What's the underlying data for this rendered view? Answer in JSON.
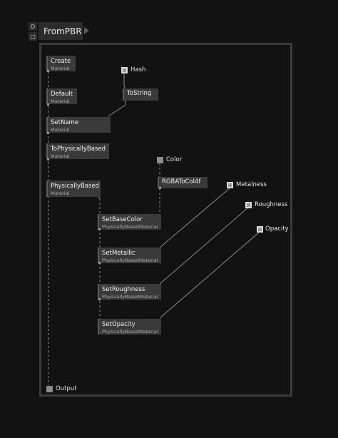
{
  "graph": {
    "title": "FromPBR",
    "toggles": [
      "O",
      "□"
    ],
    "output_label": "Output",
    "nodes": {
      "create": {
        "title": "Create",
        "subtitle": "Material"
      },
      "default": {
        "title": "Default",
        "subtitle": "Material"
      },
      "set_name": {
        "title": "SetName",
        "subtitle": "Material"
      },
      "to_physically_based": {
        "title": "ToPhysicallyBased",
        "subtitle": "Material"
      },
      "physically_based": {
        "title": "PhysicallyBased",
        "subtitle": "Material"
      },
      "to_string": {
        "title": "ToString"
      },
      "rgba_to_col4f": {
        "title": "RGBAToCol4f"
      },
      "set_base_color": {
        "title": "SetBaseColor",
        "subtitle": "PhysicallyBasedMaterial"
      },
      "set_metallic": {
        "title": "SetMetallic",
        "subtitle": "PhysicallyBasedMaterial"
      },
      "set_roughness": {
        "title": "SetRoughness",
        "subtitle": "PhysicallyBasedMaterial"
      },
      "set_opacity": {
        "title": "SetOpacity",
        "subtitle": "PhysicallyBasedMaterial"
      }
    },
    "inputs": {
      "hash": "Hash",
      "color": "Color",
      "metalness": "Metalness",
      "roughness": "Roughness",
      "opacity": "Opacity"
    }
  }
}
